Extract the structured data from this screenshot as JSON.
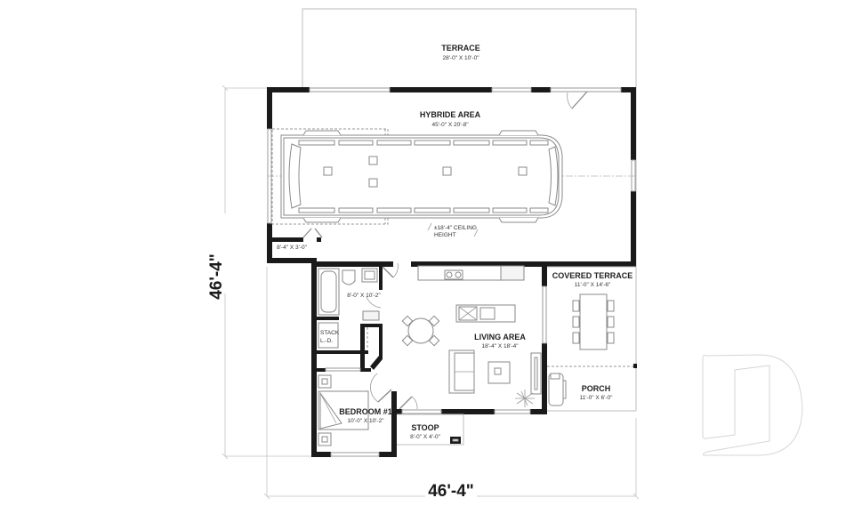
{
  "plan": {
    "overall_width": "46'-4\"",
    "overall_depth": "46'-4\"",
    "rooms": {
      "terrace": {
        "name": "TERRACE",
        "size": "28'-0\" X 10'-0\""
      },
      "hybride": {
        "name": "HYBRIDE AREA",
        "size": "45'-0\" X 20'-8\""
      },
      "ceiling": {
        "line1": "±18'-4\" CEILING",
        "line2": "HEIGHT"
      },
      "storage": {
        "size": "8'-4\" X 3'-0\""
      },
      "bath": {
        "size": "8'-0\" X 10'-2\""
      },
      "stack": {
        "line1": "STACK",
        "line2": "L.-D."
      },
      "living": {
        "name": "LIVING AREA",
        "size": "18'-4\" X 18'-4\""
      },
      "covered_terrace": {
        "name": "COVERED TERRACE",
        "size": "11'-0\" X 14'-6\""
      },
      "porch": {
        "name": "PORCH",
        "size": "11'-0\" X 6'-0\""
      },
      "bedroom": {
        "name": "BEDROOM #1",
        "size": "10'-0\" X 10'-2\""
      },
      "stoop": {
        "name": "STOOP",
        "size": "8'-0\" X 4'-0\""
      }
    },
    "watermark": "D-logo"
  }
}
